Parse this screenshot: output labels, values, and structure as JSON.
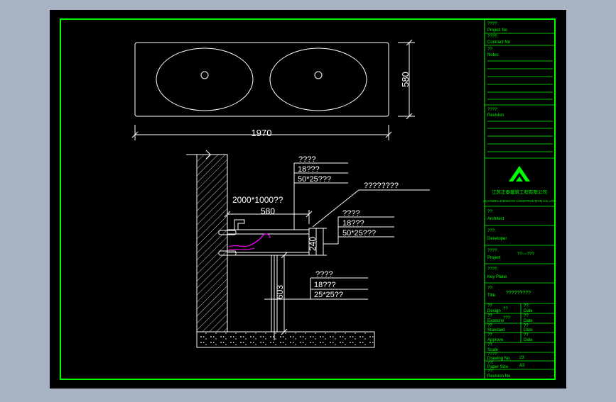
{
  "colors": {
    "viewport_bg": "#a8b4c4",
    "paper": "#000000",
    "frame": "#00ff00",
    "line": "#ffffff",
    "magenta": "#ff00ff"
  },
  "plan": {
    "width_dim": "1970",
    "depth_dim": "580"
  },
  "section": {
    "mirror_label": "2000*1000??",
    "depth_dim": "580",
    "thickness_dim": "240",
    "leg_dim": "603",
    "top_note": {
      "title": "????",
      "lines": [
        "18???",
        "50*25???"
      ]
    },
    "edge_note": {
      "title": "????????"
    },
    "mid_note": {
      "title": "????",
      "lines": [
        "18???",
        "50*25???"
      ]
    },
    "leg_note": {
      "title": "????",
      "lines": [
        "18???",
        "25*25??"
      ]
    }
  },
  "title_block": {
    "project_no": {
      "label": "????:",
      "sub": "Project No"
    },
    "contract_no": {
      "label": "????:",
      "sub": "Contract No"
    },
    "notes": {
      "label": "??:",
      "sub": "Notes"
    },
    "revision": {
      "label": "????:",
      "sub": "Revision"
    },
    "company": {
      "name": "江苏正泰建筑工程有限公司",
      "sub": "LIAONING ZHENGTAI CONSTRUCTION CO.,LTD"
    },
    "architect": {
      "label": "??:",
      "sub": "Architect"
    },
    "developer": {
      "label": "???:",
      "sub": "Developer"
    },
    "project": {
      "label": "????:",
      "sub": "Project",
      "value": "??~~???"
    },
    "key_plan": {
      "label": "????:",
      "sub": "Key Plane"
    },
    "title": {
      "label": "??:",
      "sub": "Title",
      "value": "?????????"
    },
    "design": {
      "label": "??",
      "sub": "Design",
      "value": "??"
    },
    "date1": {
      "label": "??:",
      "sub": "Date"
    },
    "examine": {
      "label": "??",
      "sub": "Examine",
      "value": "???"
    },
    "date2": {
      "label": "??",
      "sub": "Date"
    },
    "standard": {
      "label": "??",
      "sub": "Standard"
    },
    "date3": {
      "label": "??",
      "sub": "Date"
    },
    "approve": {
      "label": "??",
      "sub": "Approve"
    },
    "date4": {
      "label": "??",
      "sub": "Date"
    },
    "scale": {
      "label": "??",
      "sub": "Scale"
    },
    "drawing_no": {
      "label": "????:",
      "sub": "Drawing No.",
      "value": "23"
    },
    "paper_size": {
      "label": "??:",
      "sub": "Paper Size",
      "value": "A3"
    },
    "revision_no": {
      "label": "??:",
      "sub": "Revision No"
    }
  }
}
